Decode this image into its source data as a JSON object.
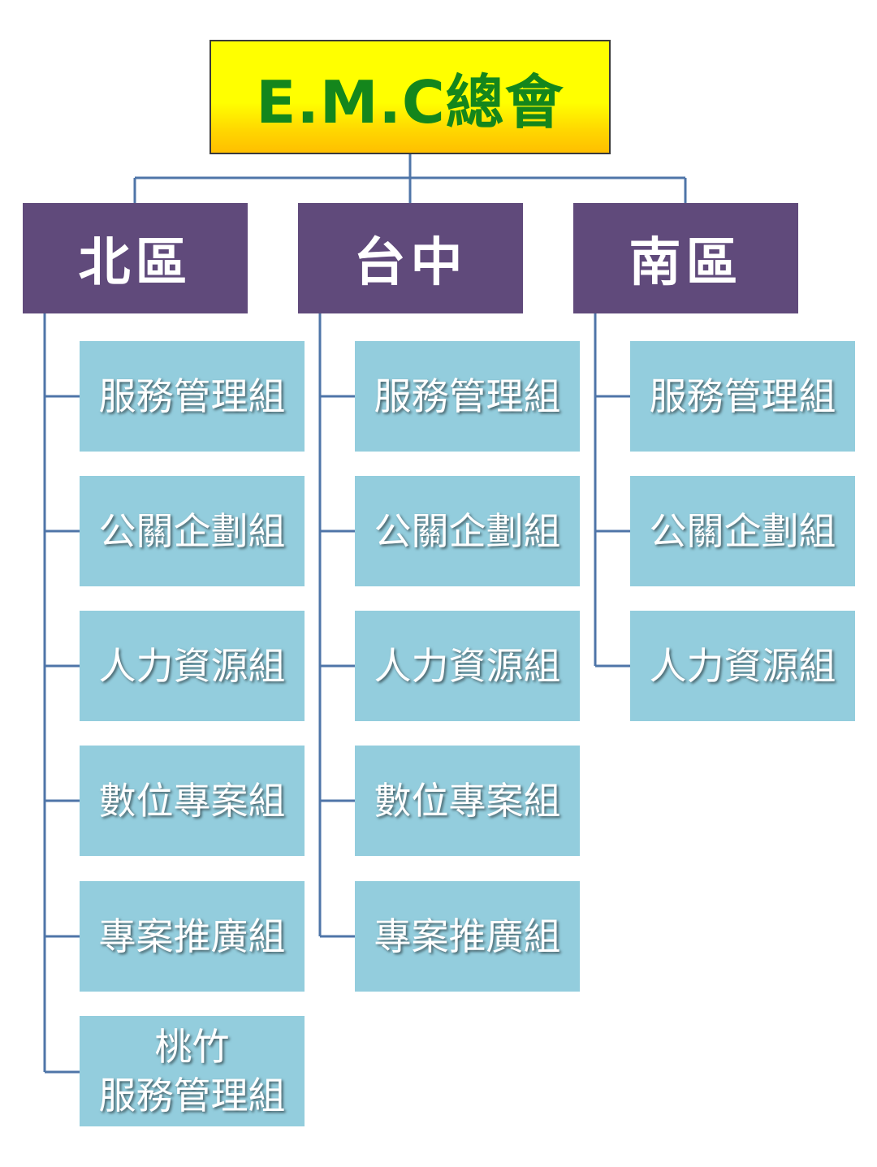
{
  "root": {
    "label": "E.M.C總會"
  },
  "regions": [
    {
      "label": "北區",
      "groups": [
        "服務管理組",
        "公關企劃組",
        "人力資源組",
        "數位專案組",
        "專案推廣組",
        "桃竹\n服務管理組"
      ]
    },
    {
      "label": "台中",
      "groups": [
        "服務管理組",
        "公關企劃組",
        "人力資源組",
        "數位專案組",
        "專案推廣組"
      ]
    },
    {
      "label": "南區",
      "groups": [
        "服務管理組",
        "公關企劃組",
        "人力資源組"
      ]
    }
  ],
  "colors": {
    "root_text": "#14861c",
    "region_fill": "#604a7b",
    "group_fill": "#93cddd",
    "connector": "#4f75a8"
  }
}
